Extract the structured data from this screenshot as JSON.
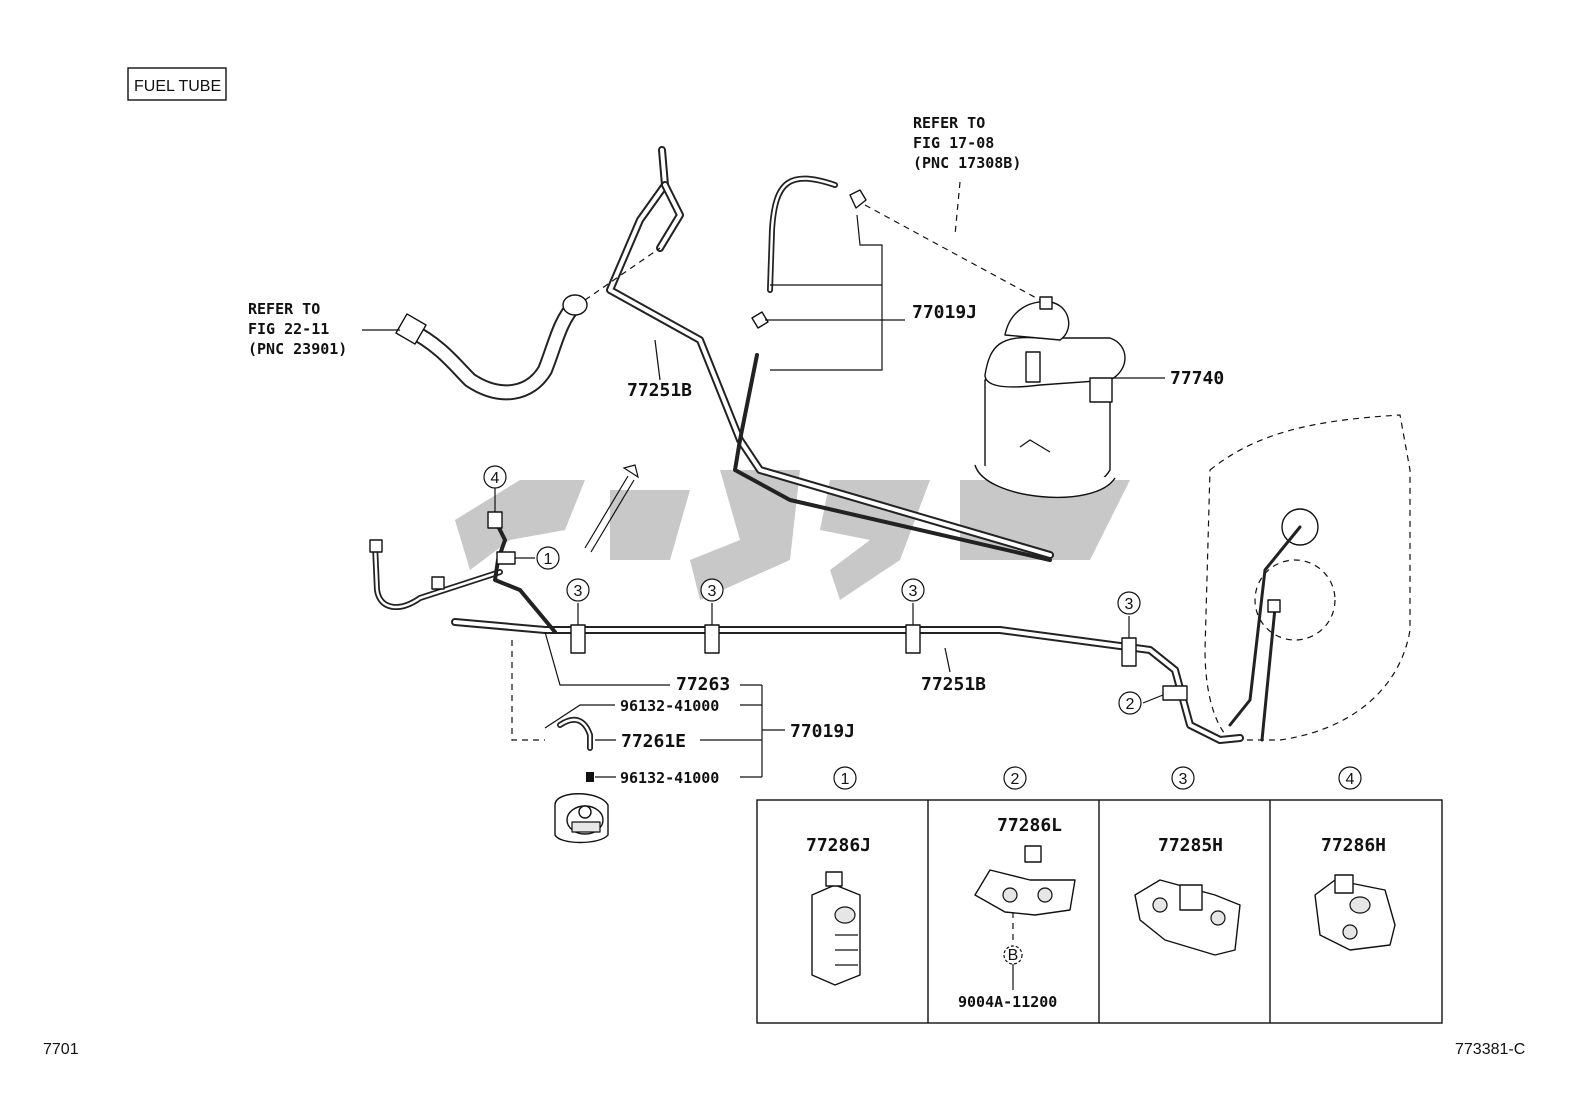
{
  "title": "FUEL TUBE",
  "page_code": "7701",
  "figure_code": "773381-C",
  "references": [
    {
      "line1": "REFER TO",
      "line2": "FIG 22-11",
      "line3": "(PNC 23901)"
    },
    {
      "line1": "REFER TO",
      "line2": "FIG 17-08",
      "line3": "(PNC 17308B)"
    }
  ],
  "part_labels": {
    "tube_upper": "77251B",
    "hose_set_upper": "77019J",
    "canister": "77740",
    "tube_lower": "77251B",
    "tube_77263": "77263",
    "clip_a": "96132-41000",
    "hose_set_lower": "77019J",
    "hose_77261e": "77261E",
    "clip_b": "96132-41000"
  },
  "callouts": [
    "1",
    "2",
    "3",
    "4"
  ],
  "clamp_table": [
    {
      "index": "1",
      "part_no": "77286J",
      "sub": ""
    },
    {
      "index": "2",
      "part_no": "77286L",
      "sub": "9004A-11200",
      "sub_marker": "B"
    },
    {
      "index": "3",
      "part_no": "77285H",
      "sub": ""
    },
    {
      "index": "4",
      "part_no": "77286H",
      "sub": ""
    }
  ]
}
